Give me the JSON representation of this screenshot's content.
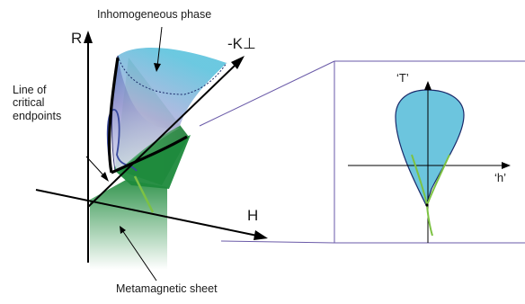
{
  "labels": {
    "inhomogeneous_phase": "Inhomogeneous phase",
    "line_of_critical_endpoints": "Line of\ncritical\nendpoints",
    "metamagnetic_sheet": "Metamagnetic sheet",
    "axis_R": "R",
    "axis_K": "-K⊥",
    "axis_H": "H",
    "inset_T": "‘T’",
    "inset_h": "‘h’"
  },
  "colors": {
    "inhomogeneous_region": "#6cc5de",
    "metamagnetic_sheet": "#1e8a3c",
    "critical_line": "#7dc243",
    "critical_endpoint_line": "#000000",
    "boundary_curve": "#3a4a9e",
    "frame": "#6a5aa8"
  }
}
